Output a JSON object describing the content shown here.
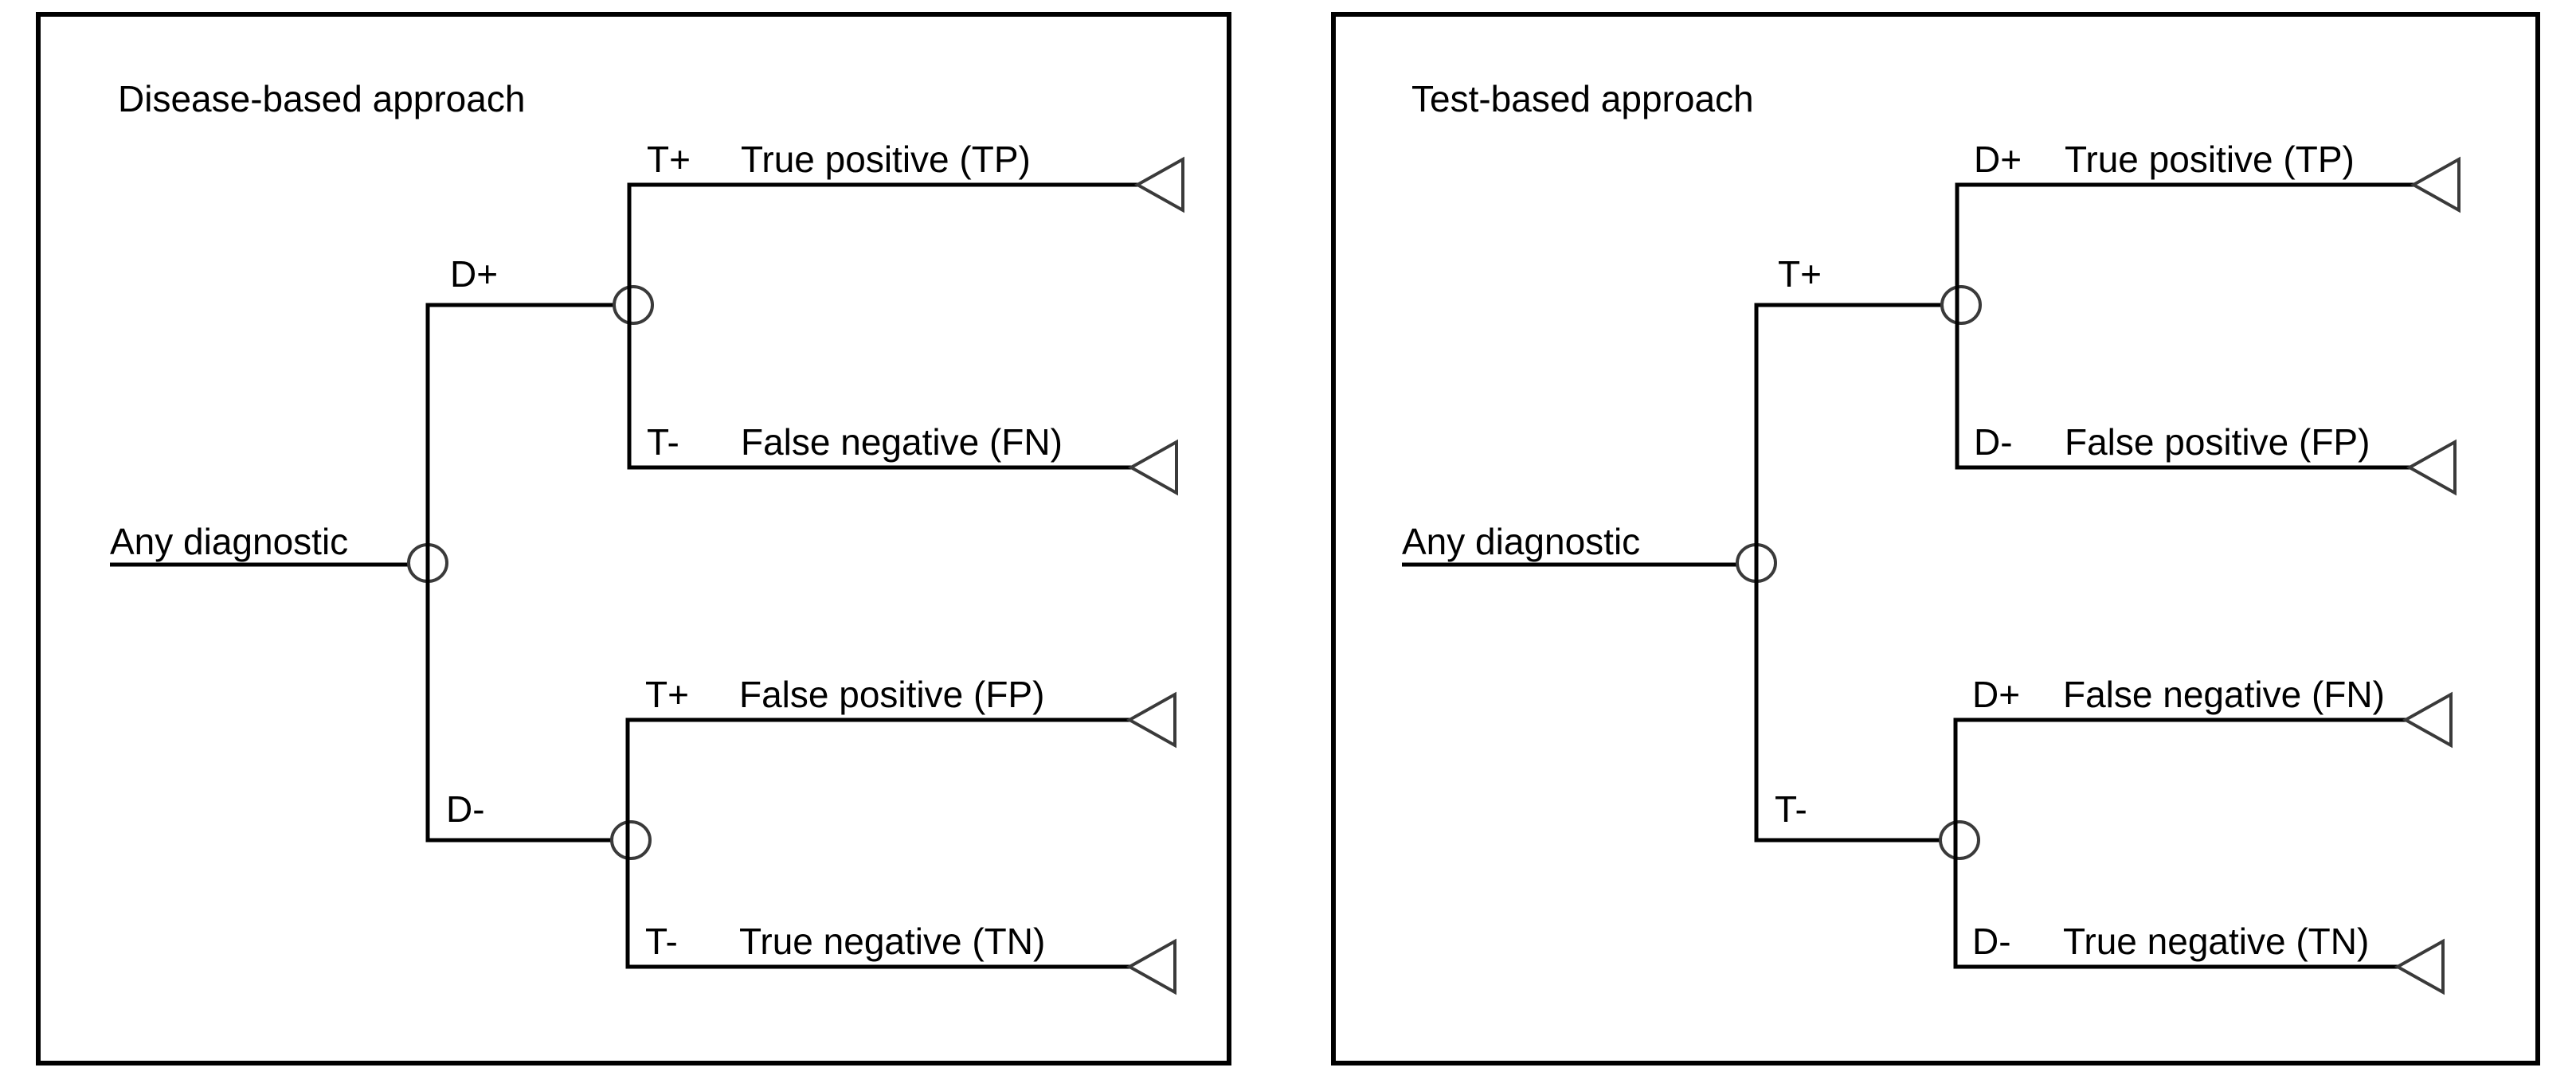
{
  "figure": {
    "kind": "decision-tree-diagram",
    "panel_count": 2,
    "colors": {
      "background": "#ffffff",
      "stroke": "#000000",
      "node_stroke": "#3a3a3a",
      "text": "#000000"
    }
  },
  "panels": [
    {
      "id": "disease-based",
      "title": "Disease-based approach",
      "root": {
        "label": "Any diagnostic",
        "underlined": true,
        "node_type": "chance-node"
      },
      "branches": [
        {
          "label": "D+",
          "node_type": "chance-node",
          "children": [
            {
              "label": "T+",
              "outcome": "True positive (TP)",
              "terminal": "triangle-marker"
            },
            {
              "label": "T-",
              "outcome": "False negative (FN)",
              "terminal": "triangle-marker"
            }
          ]
        },
        {
          "label": "D-",
          "node_type": "chance-node",
          "children": [
            {
              "label": "T+",
              "outcome": "False positive (FP)",
              "terminal": "triangle-marker"
            },
            {
              "label": "T-",
              "outcome": "True negative (TN)",
              "terminal": "triangle-marker"
            }
          ]
        }
      ]
    },
    {
      "id": "test-based",
      "title": "Test-based approach",
      "root": {
        "label": "Any diagnostic",
        "underlined": true,
        "node_type": "chance-node"
      },
      "branches": [
        {
          "label": "T+",
          "node_type": "chance-node",
          "children": [
            {
              "label": "D+",
              "outcome": "True positive (TP)",
              "terminal": "triangle-marker"
            },
            {
              "label": "D-",
              "outcome": "False positive (FP)",
              "terminal": "triangle-marker"
            }
          ]
        },
        {
          "label": "T-",
          "node_type": "chance-node",
          "children": [
            {
              "label": "D+",
              "outcome": "False negative (FN)",
              "terminal": "triangle-marker"
            },
            {
              "label": "D-",
              "outcome": "True negative (TN)",
              "terminal": "triangle-marker"
            }
          ]
        }
      ]
    }
  ]
}
